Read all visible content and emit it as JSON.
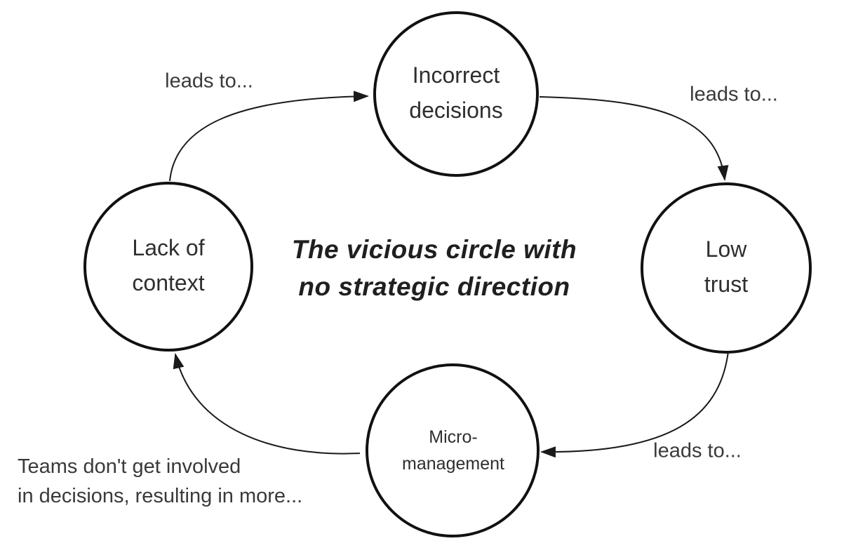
{
  "title": "The vicious circle with\nno strategic direction",
  "nodes": [
    {
      "id": "incorrect-decisions",
      "label": "Incorrect\ndecisions"
    },
    {
      "id": "low-trust",
      "label": "Low\ntrust"
    },
    {
      "id": "micro-management",
      "label": "Micro-\nmanagement"
    },
    {
      "id": "lack-of-context",
      "label": "Lack of\ncontext"
    }
  ],
  "edges": [
    {
      "from": "lack-of-context",
      "to": "incorrect-decisions",
      "label": "leads to..."
    },
    {
      "from": "incorrect-decisions",
      "to": "low-trust",
      "label": "leads to..."
    },
    {
      "from": "low-trust",
      "to": "micro-management",
      "label": "leads to..."
    },
    {
      "from": "micro-management",
      "to": "lack-of-context",
      "label": "Teams don't get involved\nin decisions, resulting in more..."
    }
  ],
  "colors": {
    "background": "#ffffff",
    "circle_stroke": "#111111",
    "arrow_stroke": "#1a1a1a",
    "node_text": "#2f2f2f",
    "label_text": "#3a3a3a",
    "title_text": "#1f1f1f"
  }
}
